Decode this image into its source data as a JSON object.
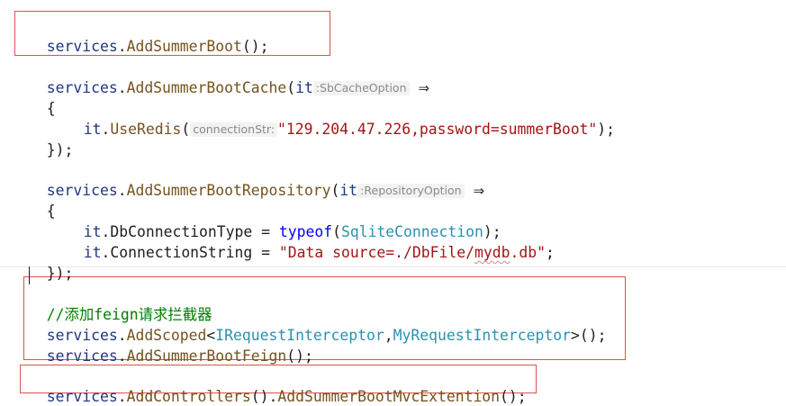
{
  "editor": {
    "line1": {
      "services": "services",
      "dot": ".",
      "method": "AddSummerBoot",
      "tail": "();"
    },
    "cache_block": {
      "services": "services",
      "dot": ".",
      "method": "AddSummerBootCache",
      "open": "(",
      "param": "it",
      "hint": ":SbCacheOption",
      "arrow": "⇒",
      "brace_open": "{",
      "it": "it",
      "dot2": ".",
      "call": "UseRedis",
      "call_open": "(",
      "arg_hint": "connectionStr:",
      "arg": "\"129.204.47.226,password=summerBoot\"",
      "call_close": ");",
      "brace_close": "});"
    },
    "repo_block": {
      "services": "services",
      "dot": ".",
      "method": "AddSummerBootRepository",
      "open": "(",
      "param": "it",
      "hint": ":RepositoryOption",
      "arrow": "⇒",
      "brace_open": "{",
      "line_a_it": "it",
      "line_a_dot": ".",
      "line_a_prop": "DbConnectionType",
      "line_a_eq": " = ",
      "line_a_kw": "typeof",
      "line_a_open": "(",
      "line_a_type": "SqliteConnection",
      "line_a_close": ");",
      "line_b_it": "it",
      "line_b_dot": ".",
      "line_b_prop": "ConnectionString",
      "line_b_eq": " = ",
      "line_b_str_a": "\"Data source=./DbFile/",
      "line_b_str_squiggle": "mydb",
      "line_b_str_b": ".db\"",
      "line_b_end": ";",
      "brace_close": "});"
    },
    "feign_block": {
      "comment": "//添加feign请求拦截器",
      "scoped_services": "services",
      "scoped_dot": ".",
      "scoped_method": "AddScoped",
      "scoped_lt": "<",
      "scoped_type1": "IRequestInterceptor",
      "scoped_comma": ",",
      "scoped_type2": "MyRequestInterceptor",
      "scoped_tail": ">();",
      "feign_services": "services",
      "feign_dot": ".",
      "feign_method": "AddSummerBootFeign",
      "feign_tail": "();"
    },
    "controllers_line": {
      "services": "services",
      "dot": ".",
      "method1": "AddControllers",
      "mid": "().",
      "method2": "AddSummerBootMvcExtention",
      "tail": "();"
    },
    "colors": {
      "identifier": "#1f377f",
      "method": "#74531f",
      "type": "#2b91af",
      "keyword": "#0000ff",
      "string": "#a31515",
      "comment": "#008000",
      "highlight_box": "#d9534f"
    }
  }
}
